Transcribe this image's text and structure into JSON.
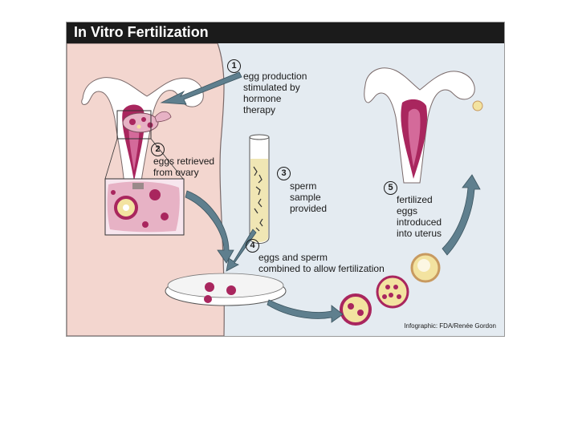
{
  "title": "In Vitro Fertilization",
  "credit": "Infographic: FDA/Renée Gordon",
  "steps": [
    {
      "number": "1",
      "text": "egg production\nstimulated by\nhormone\ntherapy"
    },
    {
      "number": "2",
      "text": "eggs retrieved\nfrom ovary"
    },
    {
      "number": "3",
      "text": "sperm\nsample\nprovided"
    },
    {
      "number": "4",
      "text": "eggs and sperm\ncombined to allow fertilization"
    },
    {
      "number": "5",
      "text": "fertilized\neggs\nintroduced\ninto uterus"
    }
  ],
  "colors": {
    "titlebar": "#1b1b1b",
    "background": "#e4ebf1",
    "skin": "#f3d6cf",
    "uterus": "#a9265e",
    "uterus_inner": "#d46a9a",
    "arrow": "#5f7f8e",
    "tube_liquid": "#f0e6b4",
    "cell": "#f3e3a0"
  }
}
